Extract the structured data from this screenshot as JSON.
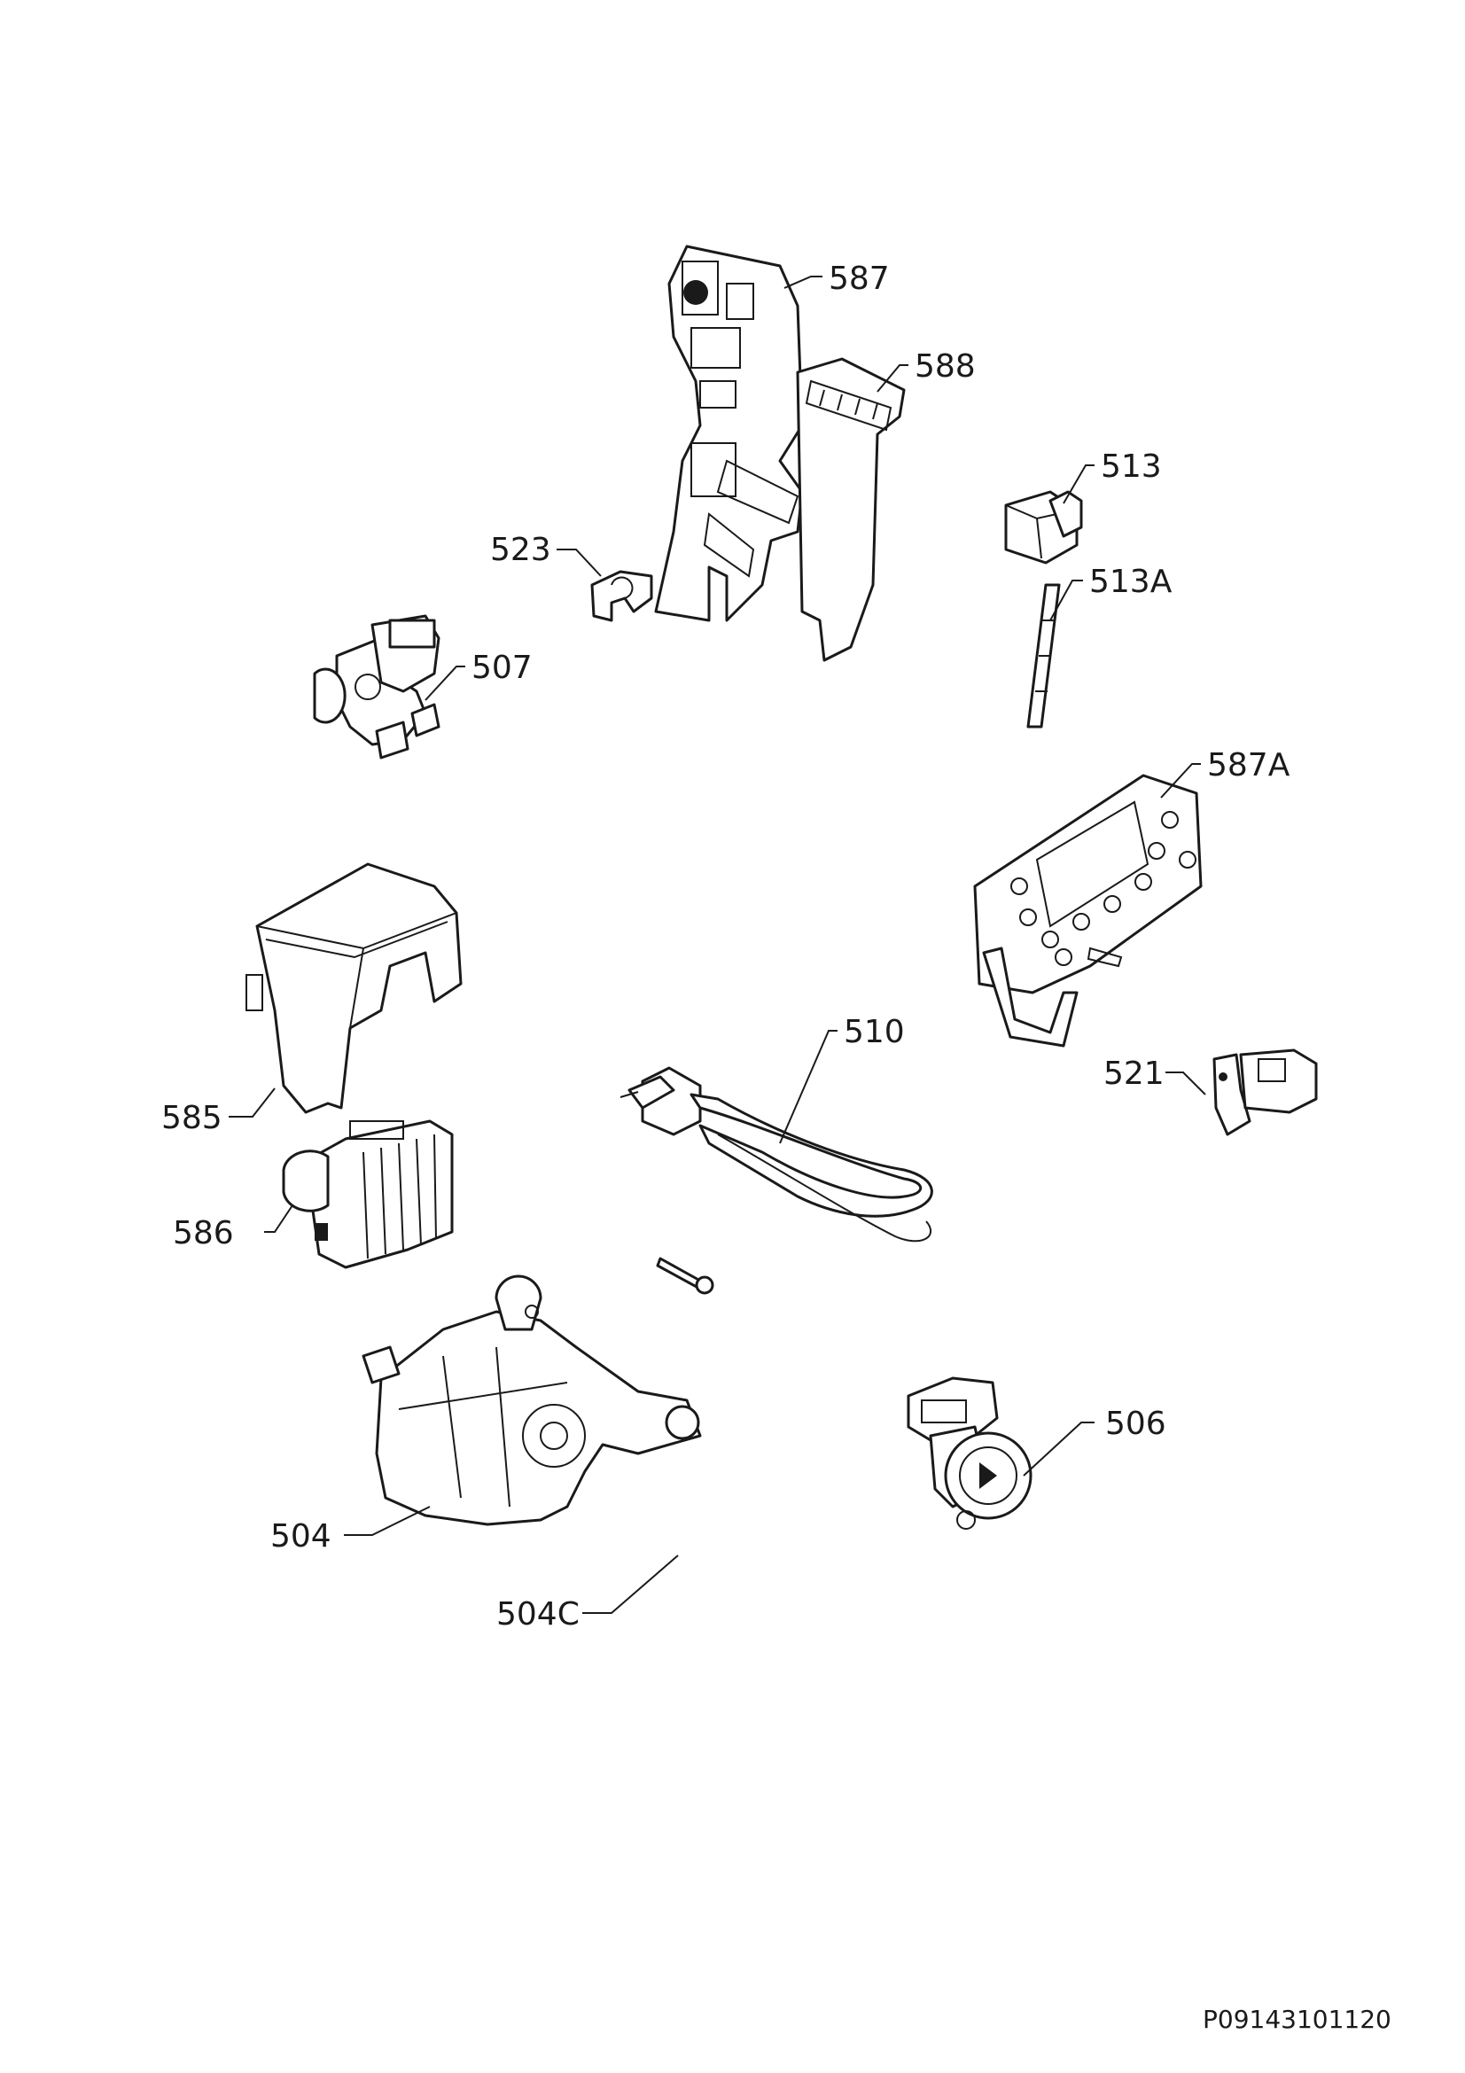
{
  "document_code": "P09143101120",
  "callouts": {
    "c587": "587",
    "c588": "588",
    "c513": "513",
    "c513a": "513A",
    "c523": "523",
    "c507": "507",
    "c587a": "587A",
    "c510": "510",
    "c521": "521",
    "c585": "585",
    "c586": "586",
    "c504": "504",
    "c506": "506",
    "c504c": "504C"
  }
}
